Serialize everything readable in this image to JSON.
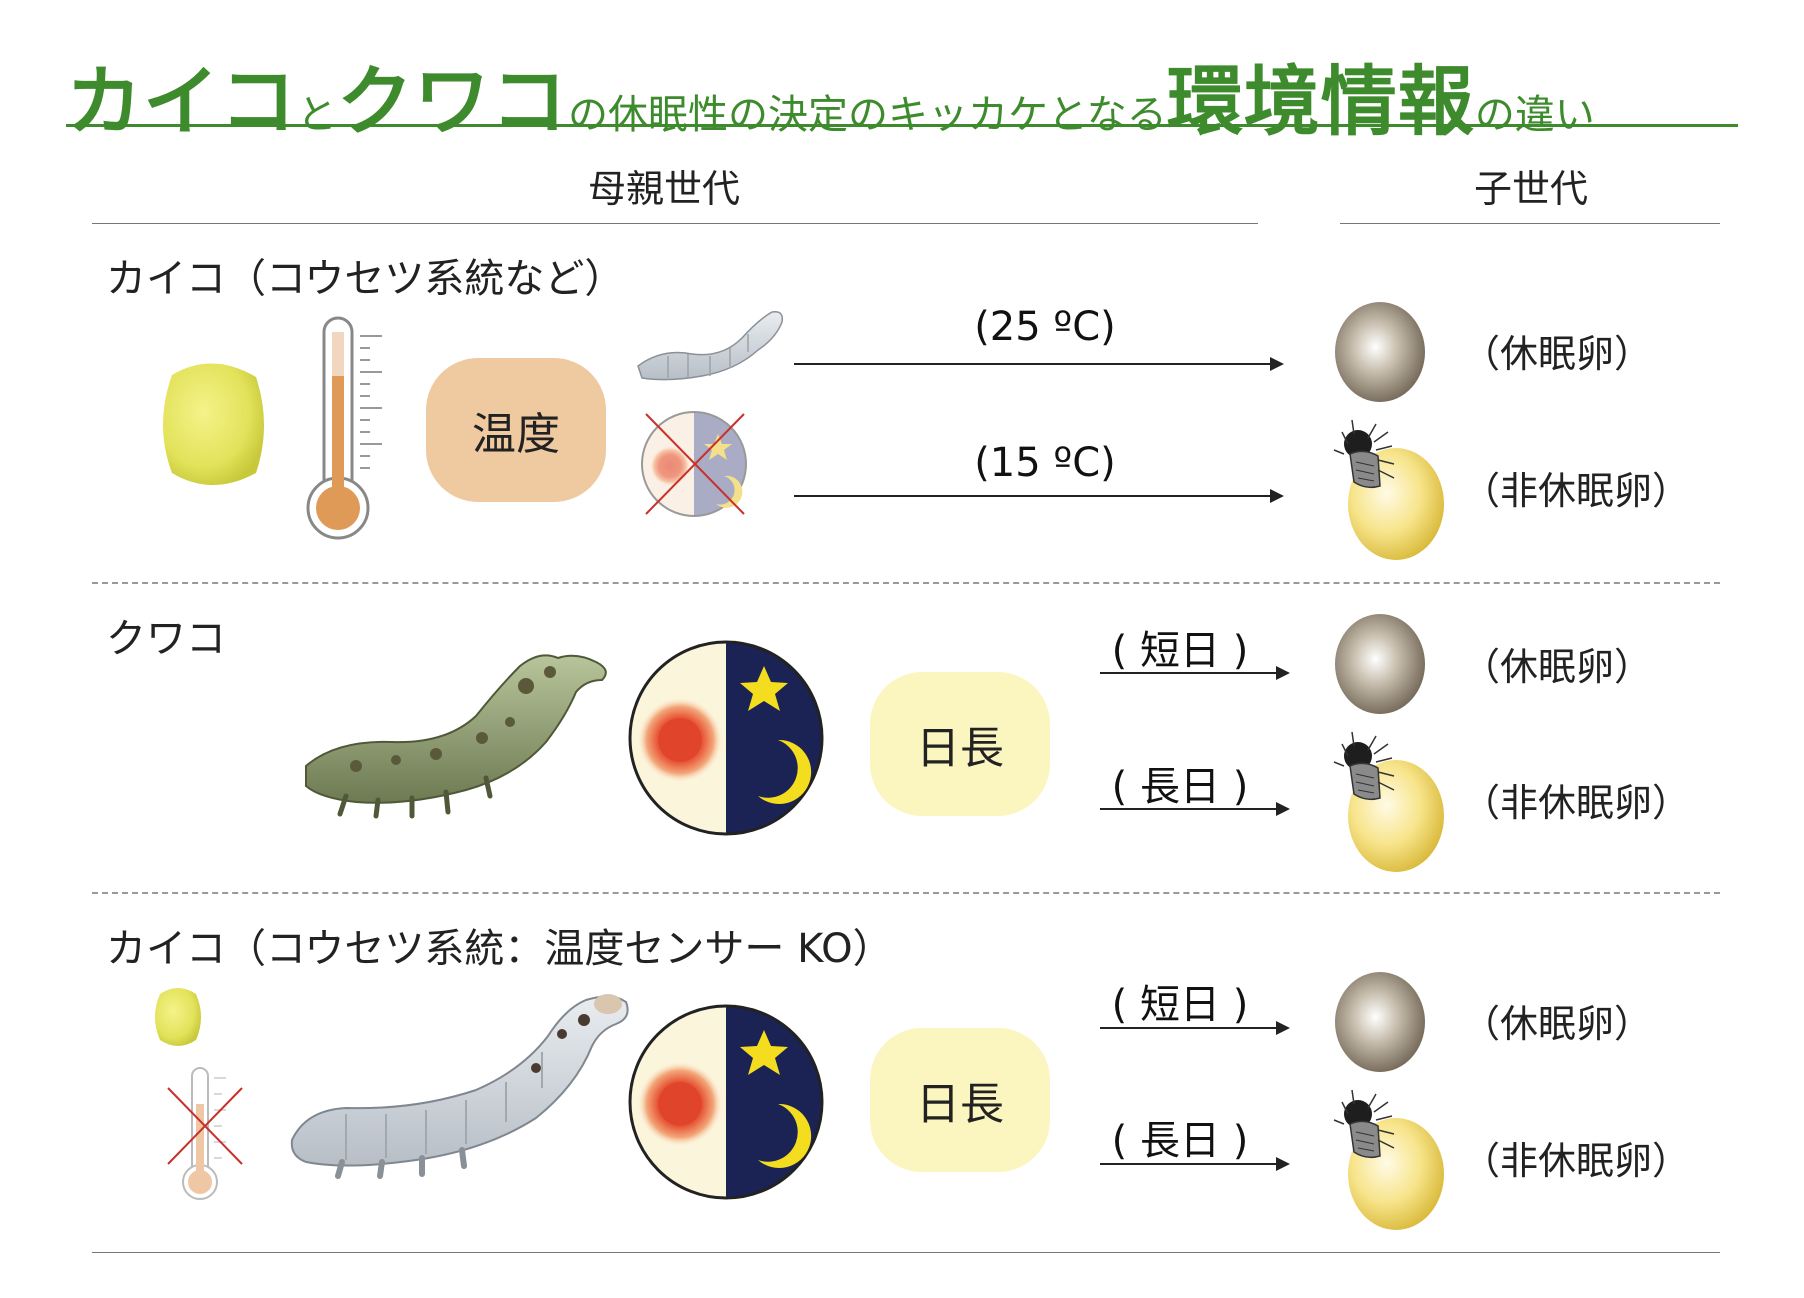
{
  "title": {
    "part1": "カイコ",
    "part2": "と",
    "part3": "クワコ",
    "part4": "の休眠性の決定のキッカケとなる",
    "part5": "環境情報",
    "part6": "の違い"
  },
  "headers": {
    "mother": "母親世代",
    "child": "子世代"
  },
  "colors": {
    "title_green": "#3d8b2c",
    "temperature_pill": "#efc9a0",
    "daylength_pill": "#fbf5bf",
    "night_navy": "#1b2354",
    "star_moon_yellow": "#f4dc1e",
    "sun_red": "#e0442a",
    "cross_red": "#c8312a"
  },
  "sections": [
    {
      "label": "カイコ（コウセツ系統など）",
      "factor": "温度",
      "conditions": [
        "(25 ºC)",
        "(15 ºC)"
      ],
      "results": [
        "（休眠卵）",
        "（非休眠卵）"
      ]
    },
    {
      "label": "クワコ",
      "factor": "日長",
      "conditions": [
        "( 短日 )",
        "( 長日 )"
      ],
      "results": [
        "（休眠卵）",
        "（非休眠卵）"
      ]
    },
    {
      "label": "カイコ（コウセツ系統：温度センサー KO）",
      "factor": "日長",
      "conditions": [
        "( 短日 )",
        "( 長日 )"
      ],
      "results": [
        "（休眠卵）",
        "（非休眠卵）"
      ]
    }
  ]
}
